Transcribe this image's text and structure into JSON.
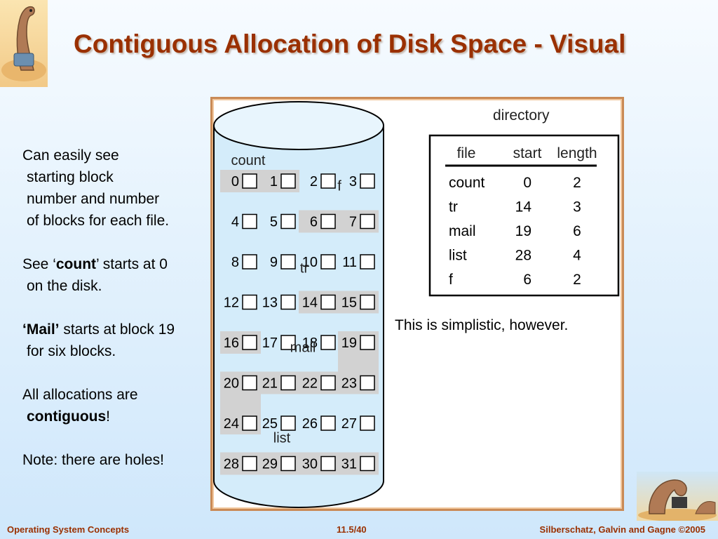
{
  "slide": {
    "title": "Contiguous Allocation of Disk Space - Visual",
    "left_text": {
      "p1": [
        "Can easily see",
        "starting block",
        "number and number",
        "of blocks for each file."
      ],
      "p2_prefix": "See ‘",
      "p2_bold": "count",
      "p2_suffix": "’ starts at 0",
      "p2_line2": "on the disk.",
      "p3_bold": "‘Mail’",
      "p3_suffix": " starts at block 19",
      "p3_line2": "for six blocks.",
      "p4_line1": "All allocations are",
      "p4_bold": "contiguous",
      "p4_suffix": "!",
      "p5": "Note:  there are holes!"
    },
    "footer": {
      "left": "Operating System Concepts",
      "center": "11.5/40",
      "right": "Silberschatz, Galvin and Gagne ©2005"
    }
  },
  "diagram": {
    "directory_label": "directory",
    "directory_headers": [
      "file",
      "start",
      "length"
    ],
    "directory_rows": [
      [
        "count",
        "0",
        "2"
      ],
      [
        "tr",
        "14",
        "3"
      ],
      [
        "mail",
        "19",
        "6"
      ],
      [
        "list",
        "28",
        "4"
      ],
      [
        "f",
        "6",
        "2"
      ]
    ],
    "note": "This is simplistic, however.",
    "file_labels": [
      "count",
      "f",
      "tr",
      "mail",
      "list"
    ],
    "block_numbers": [
      "0",
      "1",
      "2",
      "3",
      "4",
      "5",
      "6",
      "7",
      "8",
      "9",
      "10",
      "11",
      "12",
      "13",
      "14",
      "15",
      "16",
      "17",
      "18",
      "19",
      "20",
      "21",
      "22",
      "23",
      "24",
      "25",
      "26",
      "27",
      "28",
      "29",
      "30",
      "31"
    ],
    "allocations": [
      {
        "file": "count",
        "start": 0,
        "length": 2
      },
      {
        "file": "tr",
        "start": 14,
        "length": 3
      },
      {
        "file": "mail",
        "start": 19,
        "length": 6
      },
      {
        "file": "list",
        "start": 28,
        "length": 4
      },
      {
        "file": "f",
        "start": 6,
        "length": 2
      }
    ],
    "colors": {
      "disk_fill": "#d4ecfa",
      "disk_top": "#e8f5fd",
      "allocated": "#d2d2d2",
      "title": "#9a3000",
      "frame": "#c98a56"
    }
  }
}
